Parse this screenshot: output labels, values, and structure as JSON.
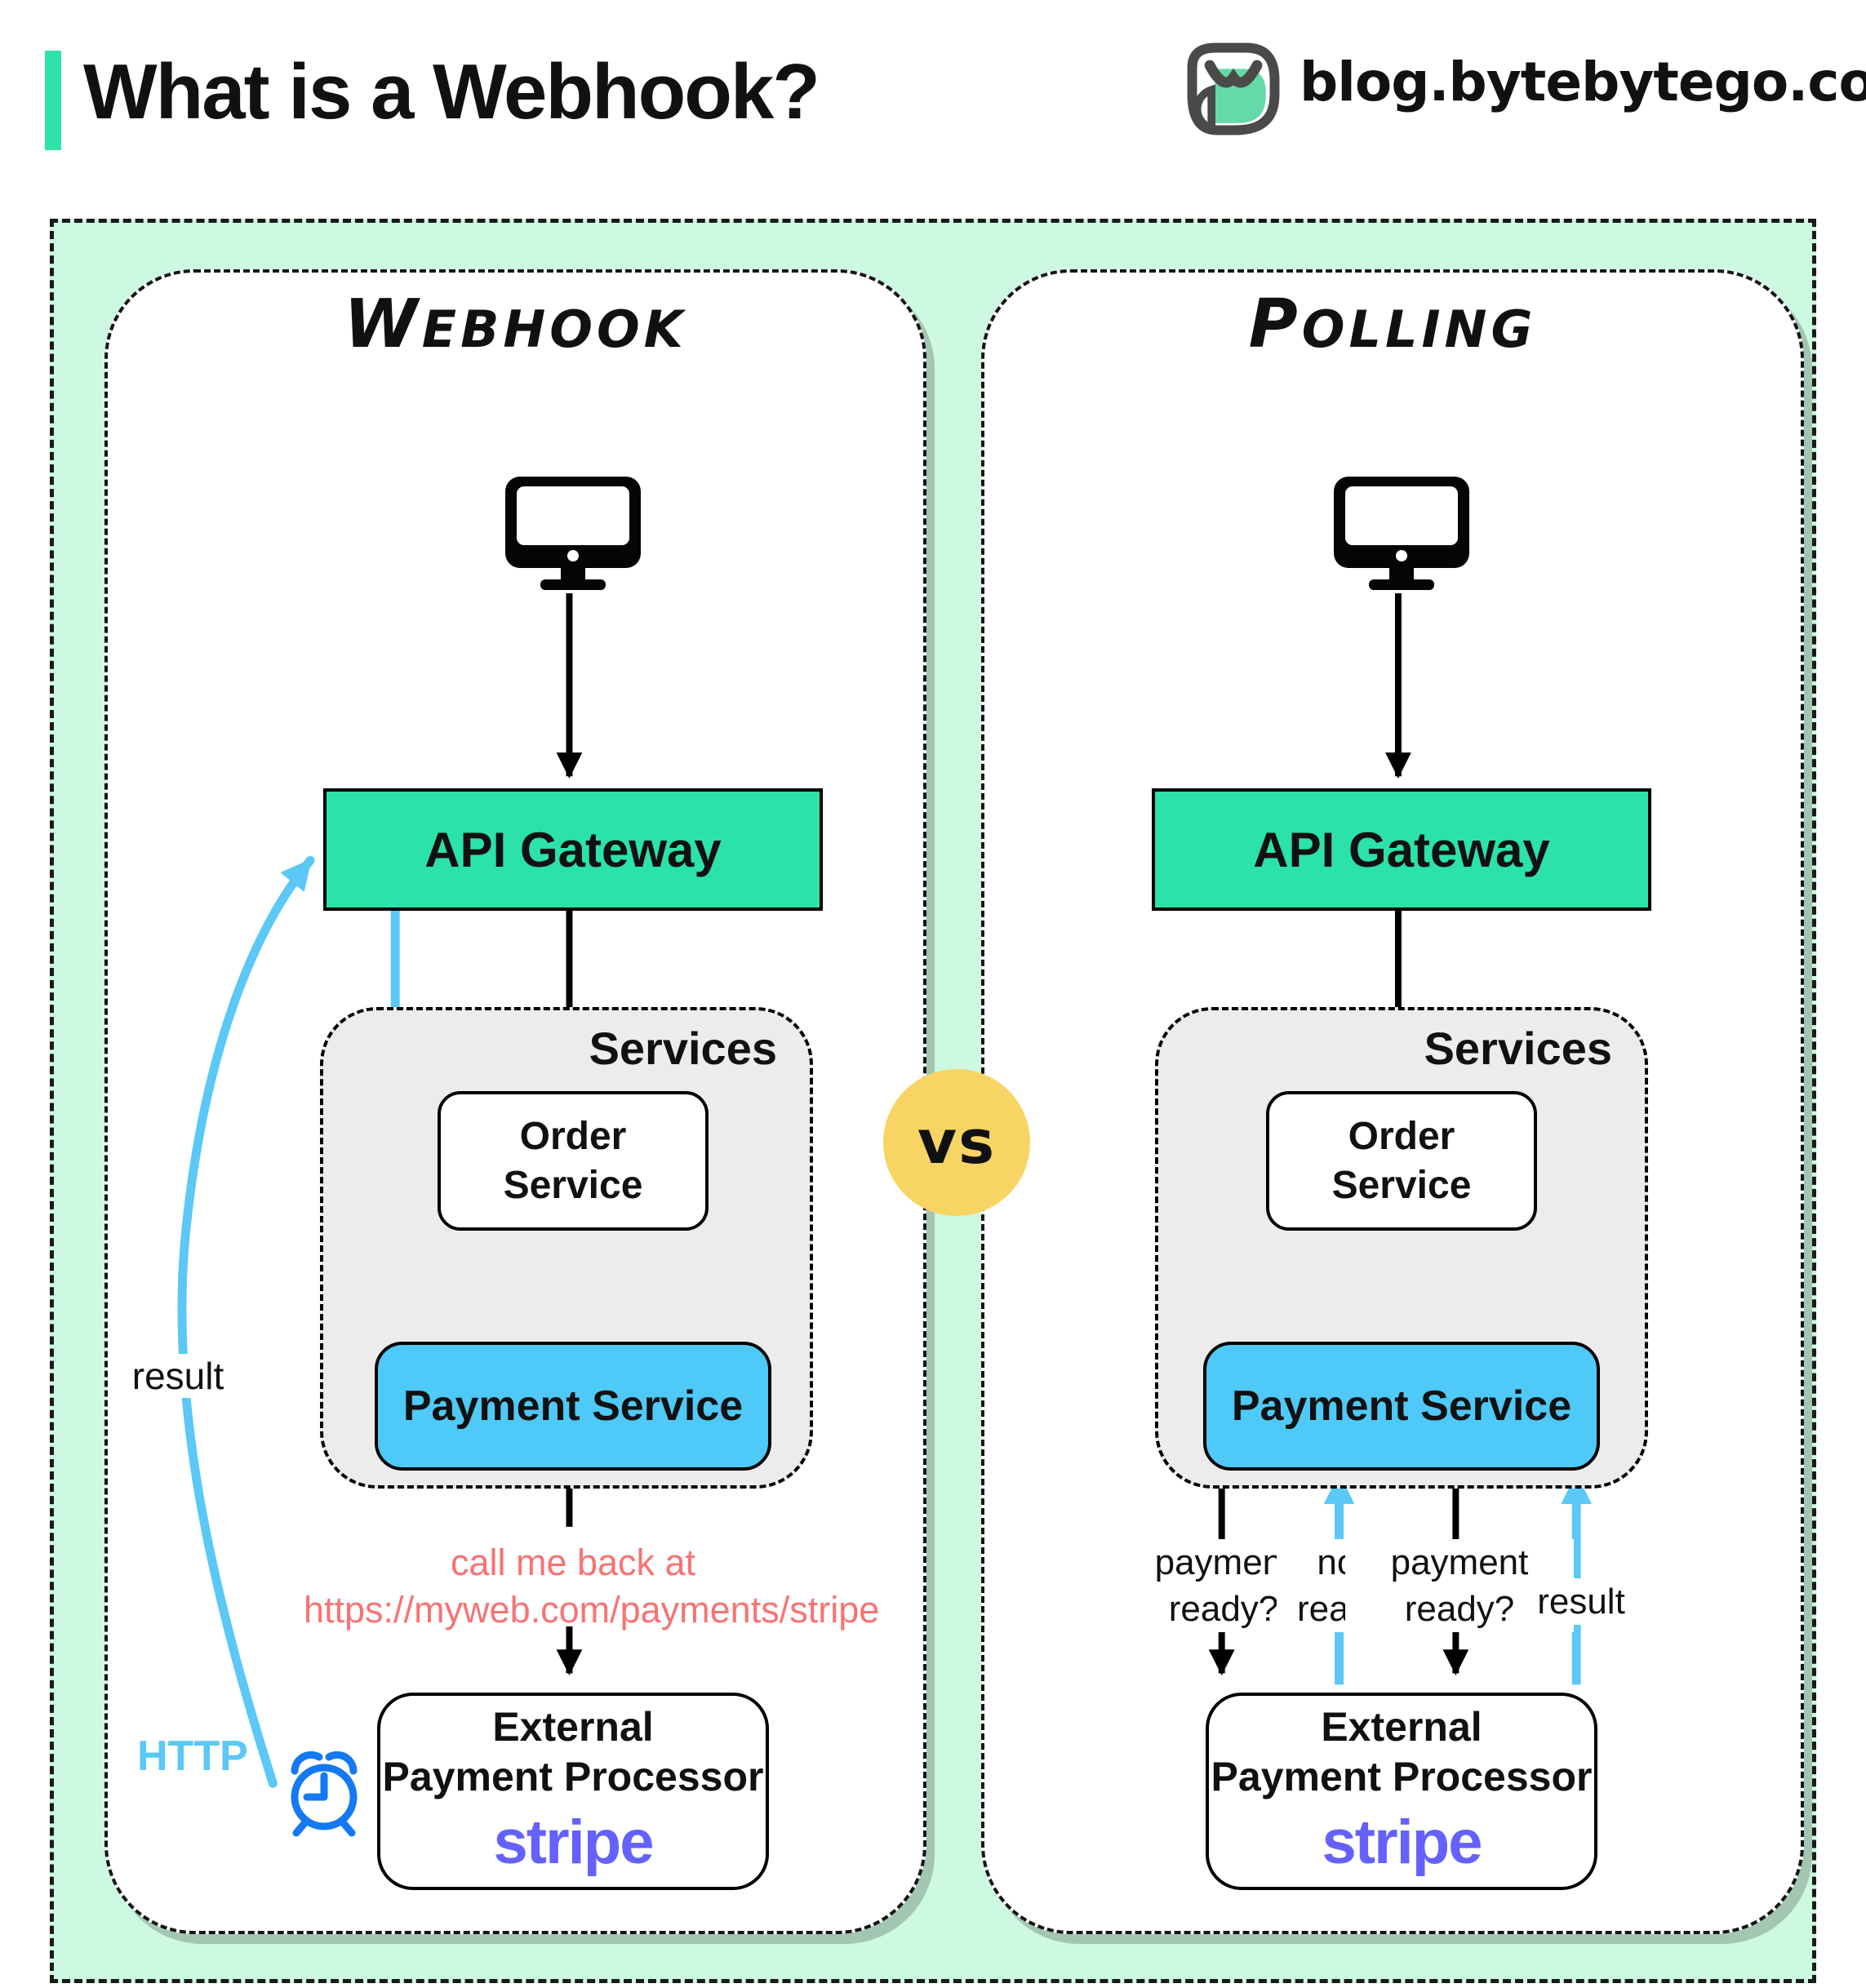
{
  "header": {
    "title": "What is a Webhook?",
    "brand": "blog.bytebytego.com",
    "accent_color": "#2EE3A9"
  },
  "vs": {
    "label": "vs",
    "color": "#F8D464"
  },
  "webhook": {
    "title": "Webhook",
    "api_gateway": "API Gateway",
    "services_label": "Services",
    "order_service_line1": "Order",
    "order_service_line2": "Service",
    "payment_service": "Payment Service",
    "callback_line1": "call me back at",
    "callback_line2": "https://myweb.com/payments/stripe",
    "result_label": "result",
    "http_label": "HTTP",
    "external_line1": "External",
    "external_line2": "Payment Processor",
    "stripe_label": "stripe"
  },
  "polling": {
    "title": "Polling",
    "api_gateway": "API Gateway",
    "services_label": "Services",
    "order_service_line1": "Order",
    "order_service_line2": "Service",
    "payment_service": "Payment Service",
    "ask1_line1": "payment",
    "ask1_line2": "ready?",
    "not_ready_line1": "not",
    "not_ready_line2": "ready",
    "ask2_line1": "payment",
    "ask2_line2": "ready?",
    "result_label": "result",
    "external_line1": "External",
    "external_line2": "Payment Processor",
    "stripe_label": "stripe"
  },
  "icons": {
    "logo": "bytebytego-owl-logo-icon",
    "computer": "monitor-icon",
    "clock": "alarm-clock-icon"
  },
  "colors": {
    "mint_background": "#CDF8E1",
    "api_gateway_fill": "#2BE2AA",
    "payment_service_fill": "#4FC9F7",
    "services_fill": "#ECECEC",
    "blue_arrow": "#5BC8F5",
    "clock_blue": "#1479F2",
    "callback_text": "#F87373",
    "stripe_purple": "#6461FC",
    "vs_yellow": "#F8D464",
    "panel_shadow": "#A3C6B2"
  }
}
